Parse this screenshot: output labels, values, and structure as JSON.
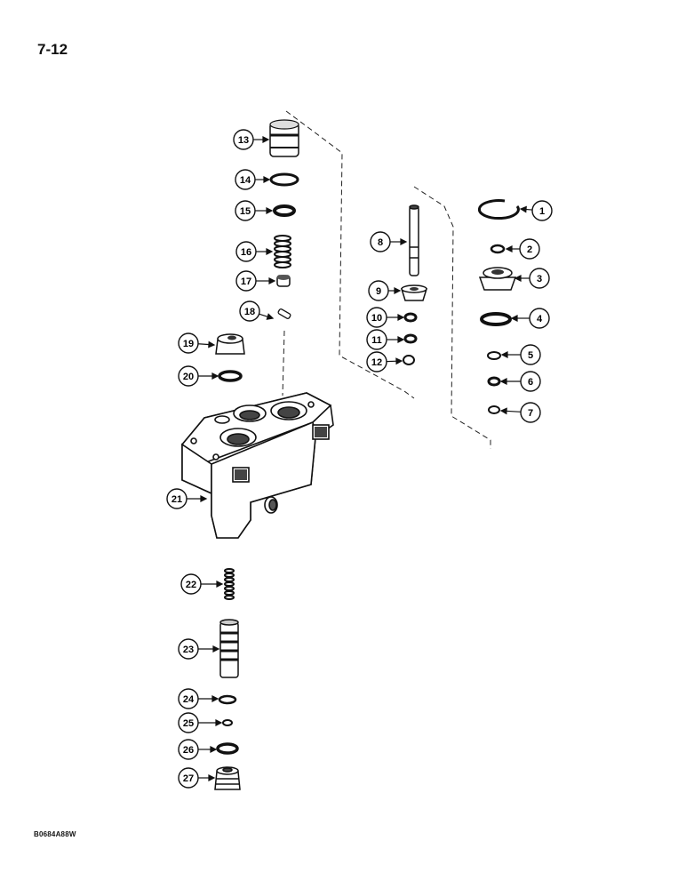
{
  "page": {
    "number": "7-12",
    "code": "B0684A88W"
  },
  "callouts": [
    {
      "id": 1,
      "label": "1"
    },
    {
      "id": 2,
      "label": "2"
    },
    {
      "id": 3,
      "label": "3"
    },
    {
      "id": 4,
      "label": "4"
    },
    {
      "id": 5,
      "label": "5"
    },
    {
      "id": 6,
      "label": "6"
    },
    {
      "id": 7,
      "label": "7"
    },
    {
      "id": 8,
      "label": "8"
    },
    {
      "id": 9,
      "label": "9"
    },
    {
      "id": 10,
      "label": "10"
    },
    {
      "id": 11,
      "label": "11"
    },
    {
      "id": 12,
      "label": "12"
    },
    {
      "id": 13,
      "label": "13"
    },
    {
      "id": 14,
      "label": "14"
    },
    {
      "id": 15,
      "label": "15"
    },
    {
      "id": 16,
      "label": "16"
    },
    {
      "id": 17,
      "label": "17"
    },
    {
      "id": 18,
      "label": "18"
    },
    {
      "id": 19,
      "label": "19"
    },
    {
      "id": 20,
      "label": "20"
    },
    {
      "id": 21,
      "label": "21"
    },
    {
      "id": 22,
      "label": "22"
    },
    {
      "id": 23,
      "label": "23"
    },
    {
      "id": 24,
      "label": "24"
    },
    {
      "id": 25,
      "label": "25"
    },
    {
      "id": 26,
      "label": "26"
    },
    {
      "id": 27,
      "label": "27"
    }
  ]
}
